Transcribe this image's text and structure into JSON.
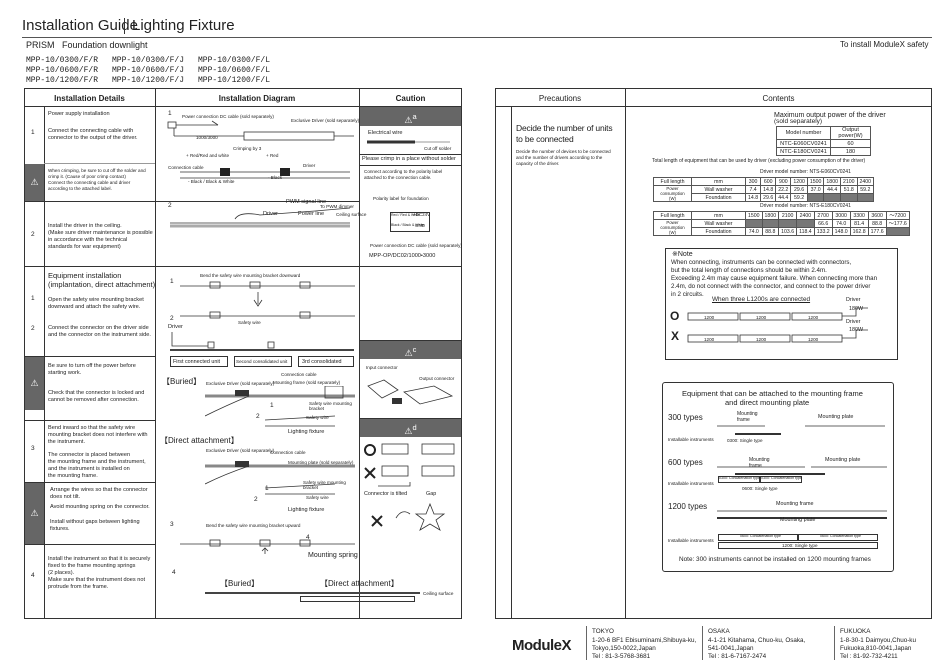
{
  "header": {
    "title_left": "Installation Guide",
    "title_right": "Lighting Fixture",
    "series": "PRISM",
    "product": "Foundation downlight",
    "right_note": "To install ModuleX safety",
    "models": [
      [
        "MPP-10/0300/F/R",
        "MPP-10/0300/F/J",
        "MPP-10/0300/F/L"
      ],
      [
        "MPP-10/0600/F/R",
        "MPP-10/0600/F/J",
        "MPP-10/0600/F/L"
      ],
      [
        "MPP-10/1200/F/R",
        "MPP-10/1200/F/J",
        "MPP-10/1200/F/L"
      ]
    ]
  },
  "left_table": {
    "col_details": "Installation Details",
    "col_diagram": "Installation Diagram",
    "col_caution": "Caution",
    "step1": {
      "num": "1",
      "lines": [
        "Power supply installation",
        "",
        "Connect the connecting cable with",
        "connector to the output of the driver."
      ],
      "warn_text": [
        "When crimping, be sure to cut off the solder and",
        "crimp it. (Cause of poor crimp contact)",
        "Connect the connecting cable and driver",
        "according to the attached label."
      ],
      "diag_label_1": "1",
      "power_cable": "Power connection DC cable (sold separately)",
      "exclusive_driver": "Exclusive Driver (sold separately)",
      "len": "1000/3000",
      "crimping": "Crimping by 3",
      "red1": "+ Red/Red and white",
      "red2": "+ Red",
      "conn_cable": "Connection cable",
      "driver": "Driver",
      "black1": "- Black / Black & White",
      "black2": "- Black"
    },
    "step2": {
      "num": "2",
      "lines": [
        "Install the driver in the ceiling.",
        "(Make sure driver maintenance is possible",
        "in accordance with the technical",
        "standards for war equipment)"
      ],
      "diag_label": "2",
      "pwm": "PWM signal line",
      "to_pwm": "To PWM dimmer",
      "driver": "Driver",
      "power_line": "Power line",
      "ceiling": "Ceiling surface"
    },
    "caution_a": {
      "mark": "a",
      "electrical_wire": "Electrical wire",
      "cut_off_solder": "Cut off solder",
      "crimp_note": "Please crimp in a place without solder",
      "connect_note": [
        "Connect according to the polarity label",
        "attached to the connection cable."
      ],
      "polarity_label": "Polarity label for foundation",
      "pl_red": "Red / Red & White",
      "pl_black": "Black / Black & White",
      "pl_plus": "+DC24V",
      "pl_gnd": "GND",
      "power_conn_cable": "Power connection DC cable (sold separately)",
      "part_no": "MPP-OP/DC02/1000•3000"
    },
    "equip": {
      "title_1": "Equipment installation",
      "title_2": "(implantation, direct attachment)",
      "num1": "1",
      "s1": [
        "Open the safety wire mounting bracket",
        "downward and attach the safety wire."
      ],
      "s2": [
        "Connect the connector on the driver side",
        "and the connector on the instrument side."
      ],
      "d1": "1",
      "d1_text": "Bend the safety wire mounting bracket downward",
      "safety_wire": "Safety wire",
      "d2": "2",
      "d2_driver": "Driver",
      "first_unit": "First connected unit",
      "second_unit": "Second consolidated unit",
      "third_unit": "3rd consolidated"
    },
    "warn2": {
      "lines1": [
        "Be sure to turn off the power before",
        "starting work."
      ],
      "lines2": [
        "Check that the connector is locked and",
        "cannot be removed after connection."
      ]
    },
    "buried": {
      "label": "【Buried】",
      "exclusive_driver": "Exclusive Driver (sold separately)",
      "connection_cable": "Connection cable",
      "mounting_frame": "Mounting frame (sold separately)",
      "safety_bracket": "Safety wire mounting bracket",
      "safety_wire": "Safety wire",
      "lighting_fixture": "Lighting fixture",
      "n1": "1",
      "n2": "2"
    },
    "direct": {
      "label": "【Direct attachment】",
      "exclusive_driver": "Exclusive Driver (sold separately)",
      "connection_cable": "Connection cable",
      "mounting_plate": "Mounting plate (sold separately)",
      "safety_bracket": "Safety wire mounting bracket",
      "safety_wire": "Safety wire",
      "lighting_fixture": "Lighting fixture",
      "n1": "1",
      "n2": "2"
    },
    "step3": {
      "num": "3",
      "lines_a": [
        "Bend inward so that the safety wire",
        "mounting bracket does not interfere with",
        "the instrument."
      ],
      "lines_b": [
        "The connector is placed between",
        "the mounting frame and the instrument,",
        "and the instrument is installed on",
        "the mounting frame."
      ],
      "warn_a": [
        "Arrange the wires so that the connector",
        "does not tilt."
      ],
      "warn_b": [
        "Avoid mounting spring on the connector."
      ],
      "warn_c": [
        "Install without gaps between lighting",
        "fixtures."
      ],
      "diag_num": "3",
      "diag_text": "Bend the safety wire mounting bracket upward",
      "four": "4",
      "mounting_spring": "Mounting spring"
    },
    "step4": {
      "num": "4",
      "lines": [
        "Install the instrument so that it is securely",
        "fixed to the frame mounting springs",
        "(2 places).",
        "Make sure that the instrument does not",
        "protrude from the frame."
      ],
      "diag_num": "4",
      "buried": "【Buried】",
      "direct": "【Direct attachment】",
      "ceiling_surface": "Ceiling surface"
    },
    "caution_c": {
      "mark": "c",
      "input_connector": "Input connector",
      "output_connector": "Output connector"
    },
    "caution_d": {
      "mark": "d",
      "tilted": "Connector is tilted",
      "gap": "Gap"
    }
  },
  "right_table": {
    "col_precautions": "Precautions",
    "col_contents": "Contents",
    "decide_title_1": "Decide the number of units",
    "decide_title_2": "to be connected",
    "decide_desc": [
      "Decide the number of devices to be connected",
      "and the number of drivers according to the",
      "capacity of the driver."
    ],
    "max_power_title": "Maximum output power of the driver",
    "max_power_sub": "(sold separately)",
    "max_power_headers": [
      "Model number",
      "Output power(W)"
    ],
    "max_power_rows": [
      [
        "NTC-E060CV0241",
        "60"
      ],
      [
        "NTC-E180CV0241",
        "180"
      ]
    ],
    "total_len_title": "Total length of equipment that can be used by driver (excluding power consumption of the driver)",
    "table1": {
      "title": "Driver model number: NTS-E060CV0241",
      "full_length": "Full length",
      "mm": "mm",
      "lengths": [
        "300",
        "600",
        "900",
        "1200",
        "1500",
        "1800",
        "2100",
        "2400"
      ],
      "power": "Power consumption",
      "w": "(W)",
      "wall_washer": "Wall washer",
      "foundation": "Foundation",
      "ww_vals": [
        "7.4",
        "14.8",
        "22.2",
        "29.6",
        "37.0",
        "44.4",
        "51.8",
        "59.2"
      ],
      "fd_vals": [
        "14.8",
        "29.6",
        "44.4",
        "59.2",
        "",
        "",
        "",
        ""
      ]
    },
    "table2": {
      "title": "Driver model number: NTS-E180CV0241",
      "full_length": "Full length",
      "mm": "mm",
      "lengths": [
        "1500",
        "1800",
        "2100",
        "2400",
        "2700",
        "3000",
        "3300",
        "3600",
        "〜7200"
      ],
      "power": "Power consumption",
      "w": "(W)",
      "wall_washer": "Wall washer",
      "foundation": "Foundation",
      "ww_vals": [
        "",
        "",
        "",
        "",
        "66.6",
        "74.0",
        "81.4",
        "88.8",
        "〜177.6"
      ],
      "fd_vals": [
        "74.0",
        "88.8",
        "103.6",
        "118.4",
        "133.2",
        "148.0",
        "162.8",
        "177.6",
        ""
      ]
    },
    "note": {
      "title": "※Note",
      "lines": [
        "When connecting, instruments can be connected with connectors,",
        "but the total length of connections should be within 2.4m.",
        "Exceeding 2.4m may cause equipment failure. When connecting more than",
        "2.4m, do not connect with the connector, and connect to the power driver",
        "in 2 circuits."
      ],
      "l1200": "When three L1200s are connected",
      "driver": "Driver",
      "w180": "180W",
      "seg": "1200",
      "ok": "O",
      "ng": "X"
    },
    "equipment_box": {
      "title_1": "Equipment that can be attached to the mounting frame",
      "title_2": "and direct mounting plate",
      "t300": "300 types",
      "t600": "600 types",
      "t1200": "1200 types",
      "mounting_frame": "Mounting frame",
      "mounting_plate": "Mounting plate",
      "installable": "Installable instruments",
      "i300": "0300: Single type",
      "i600a": "0300: Concatenation type",
      "i600b": "0300: Concatenation type",
      "i600c": "0600: Single type",
      "i1200a": "0600: Concatenation type",
      "i1200b": "0600: Concatenation type",
      "i1200c": "1200: Single type",
      "note": "Note: 300 instruments cannot be installed on 1200 mounting frames"
    }
  },
  "footer": {
    "logo": "ModuleX",
    "offices": [
      {
        "city": "TOKYO",
        "lines": [
          "1-20-6 BF1 Ebisuminami,Shibuya-ku,",
          "Tokyo,150-0022,Japan",
          "Tel : 81-3-5768-3681"
        ]
      },
      {
        "city": "OSAKA",
        "lines": [
          "4-1-21 Kitahama, Chuo-ku, Osaka,",
          "541-0041,Japan",
          "Tel : 81-6-7167-2474"
        ]
      },
      {
        "city": "FUKUOKA",
        "lines": [
          "1-8-30-1 Daimyou,Chuo-ku",
          "Fukuoka,810-0041,Japan",
          "Tel : 81-92-732-4211"
        ]
      }
    ]
  }
}
